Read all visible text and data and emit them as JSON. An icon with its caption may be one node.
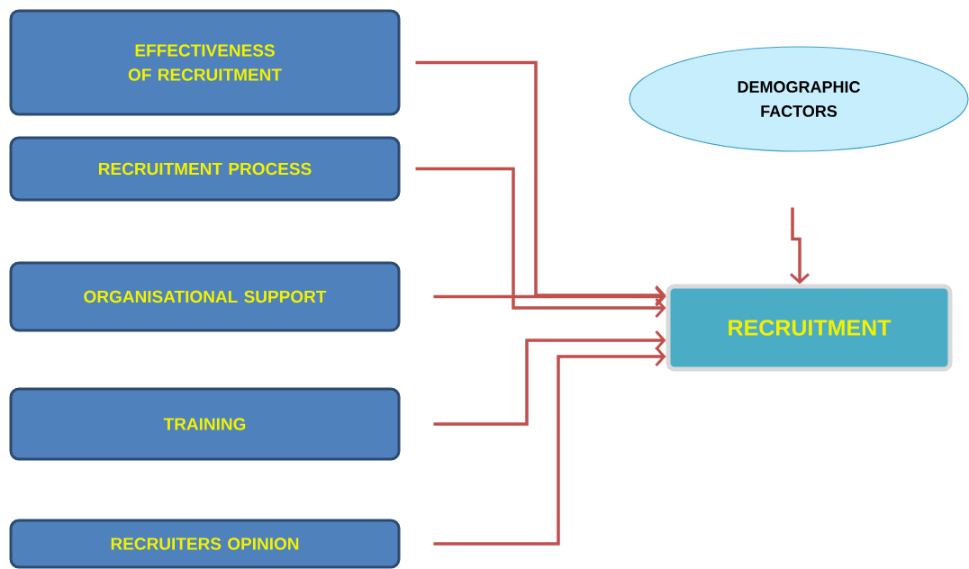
{
  "diagram": {
    "nodes": [
      {
        "text": [
          "EFFECTIVENESS OF RECRUITMENT"
        ]
      },
      {
        "text": [
          "RECRUITMENT PROCESS"
        ]
      },
      {
        "text": [
          "ORGANISATIONAL SUPPORT"
        ]
      },
      {
        "text": [
          "TRAINING"
        ]
      },
      {
        "text": [
          "RECRUITERS OPINION"
        ]
      },
      {
        "text": [
          "DEMOGRAPHIC FACTORS"
        ]
      },
      {
        "text": [
          "RECRUITMENT"
        ]
      }
    ],
    "edges": [
      {
        "from": 0,
        "to": 6,
        "arrow": "to"
      },
      {
        "from": 1,
        "to": 6,
        "arrow": "to"
      },
      {
        "from": 2,
        "to": 6,
        "arrow": "to"
      },
      {
        "from": 3,
        "to": 6,
        "arrow": "to"
      },
      {
        "from": 4,
        "to": 6,
        "arrow": "to"
      },
      {
        "from": 5,
        "to": 6,
        "arrow": "to"
      }
    ]
  }
}
